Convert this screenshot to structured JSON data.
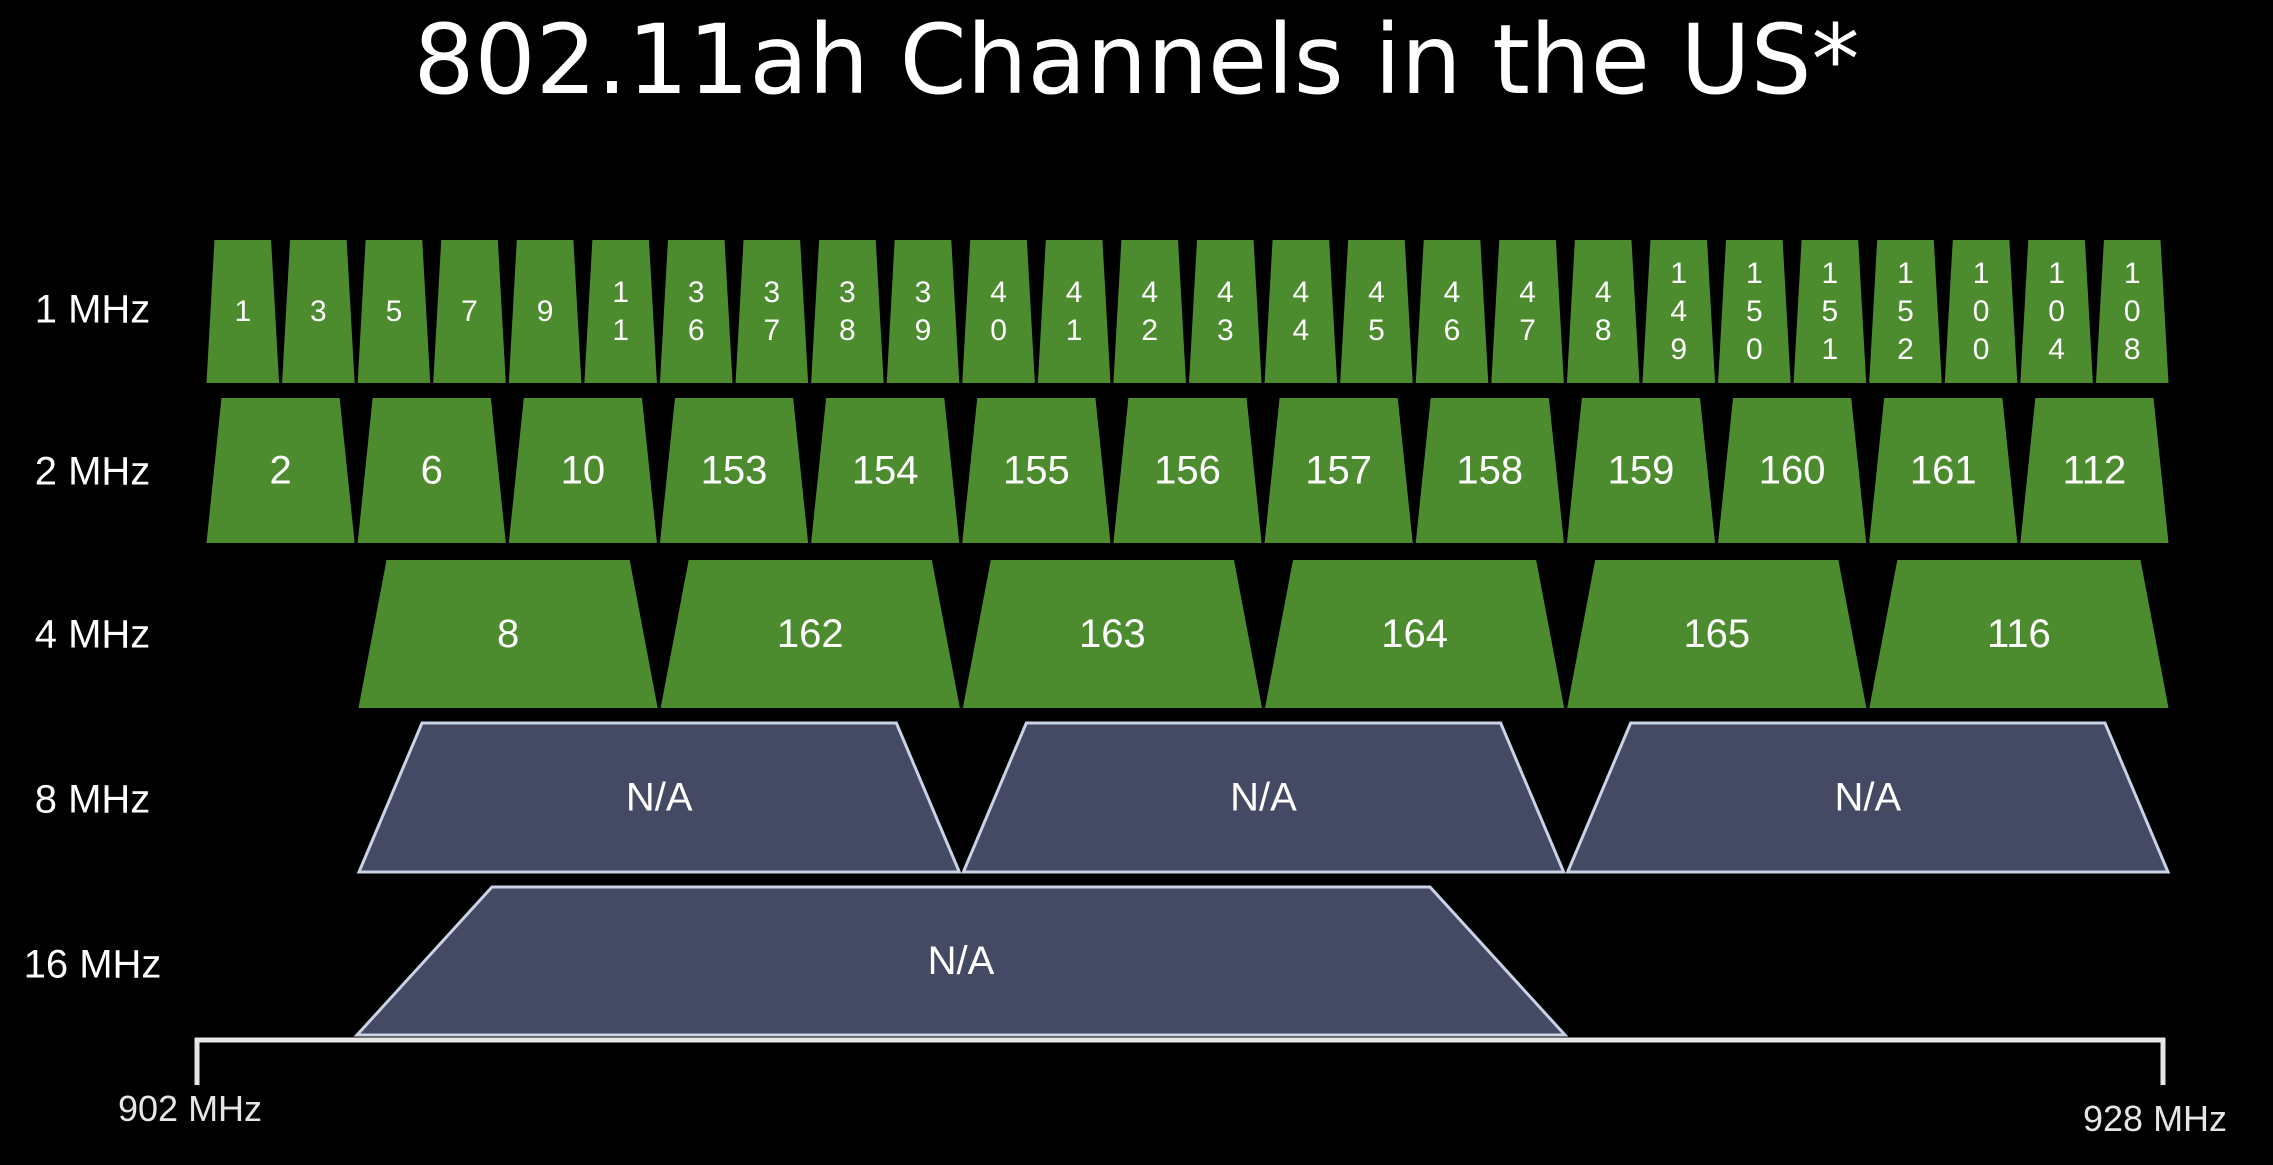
{
  "title": "802.11ah Channels in the US*",
  "colors": {
    "background": "#000000",
    "green_fill": "#4c8c2f",
    "slate_fill": "#444a63",
    "slate_stroke": "#c9d3e6",
    "text": "#ffffff",
    "axis": "#e6e6e6"
  },
  "axis": {
    "start_label": "902 MHz",
    "end_label": "928 MHz"
  },
  "rows": [
    {
      "label": "1 MHz",
      "style": "green",
      "channels": [
        "1",
        "3",
        "5",
        "7",
        "9",
        "11",
        "36",
        "37",
        "38",
        "39",
        "40",
        "41",
        "42",
        "43",
        "44",
        "45",
        "46",
        "47",
        "48",
        "149",
        "150",
        "151",
        "152",
        "100",
        "104",
        "108"
      ]
    },
    {
      "label": "2 MHz",
      "style": "green",
      "channels": [
        "2",
        "6",
        "10",
        "153",
        "154",
        "155",
        "156",
        "157",
        "158",
        "159",
        "160",
        "161",
        "112"
      ]
    },
    {
      "label": "4 MHz",
      "style": "green",
      "channels": [
        "8",
        "162",
        "163",
        "164",
        "165",
        "116"
      ]
    },
    {
      "label": "8 MHz",
      "style": "slate",
      "channels": [
        "N/A",
        "N/A",
        "N/A"
      ]
    },
    {
      "label": "16 MHz",
      "style": "slate",
      "channels": [
        "N/A"
      ]
    }
  ]
}
